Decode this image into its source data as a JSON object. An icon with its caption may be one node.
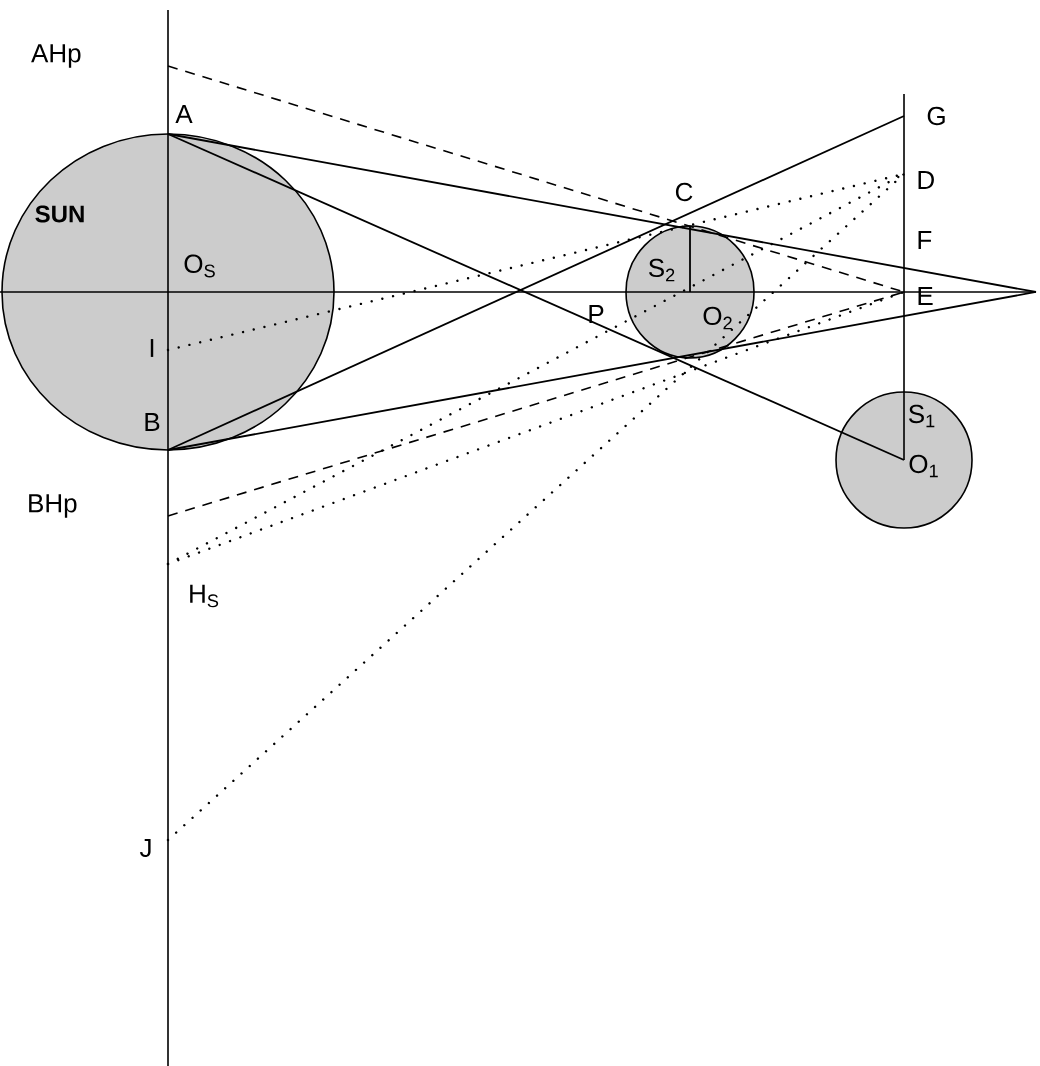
{
  "diagram": {
    "nodes": [
      {
        "text": [
          "SUN"
        ]
      },
      {
        "text": [],
        "shape": "circle"
      },
      {
        "text": [],
        "shape": "circle"
      }
    ],
    "labels": [
      "AHp",
      "A",
      "O$_{S}$",
      "I",
      "B",
      "BHp",
      "H$_{S}$",
      "J",
      "P",
      "C",
      "S$_{2}$",
      "O$_{2}$",
      "G",
      "D",
      "F",
      "E",
      "S$_{1}$",
      "O$_{1}$"
    ]
  }
}
